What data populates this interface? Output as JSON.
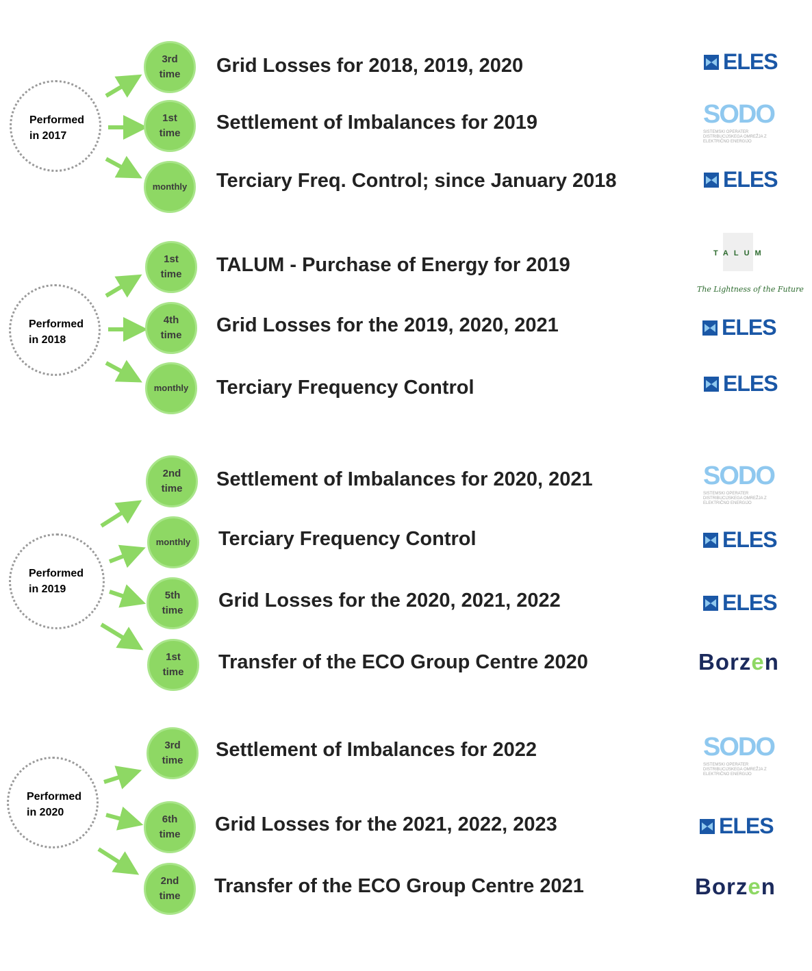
{
  "groups": [
    {
      "year_label": "Performed\nin 2017",
      "items": [
        {
          "badge": "3rd\ntime",
          "label": "Grid Losses for 2018, 2019, 2020",
          "logo": "ELES"
        },
        {
          "badge": "1st\ntime",
          "label": "Settlement of Imbalances for 2019",
          "logo": "SODO"
        },
        {
          "badge": "monthly",
          "label": "Terciary Freq. Control; since January 2018",
          "logo": "ELES"
        }
      ]
    },
    {
      "year_label": "Performed\nin 2018",
      "items": [
        {
          "badge": "1st\ntime",
          "label": "TALUM - Purchase of Energy for 2019",
          "logo": "TALUM"
        },
        {
          "badge": "4th\ntime",
          "label": "Grid Losses for the 2019, 2020, 2021",
          "logo": "ELES"
        },
        {
          "badge": "monthly",
          "label": "Terciary Frequency Control",
          "logo": "ELES"
        }
      ]
    },
    {
      "year_label": "Performed\nin 2019",
      "items": [
        {
          "badge": "2nd\ntime",
          "label": "Settlement of Imbalances for 2020, 2021",
          "logo": "SODO"
        },
        {
          "badge": "monthly",
          "label": "Terciary Frequency Control",
          "logo": "ELES"
        },
        {
          "badge": "5th\ntime",
          "label": "Grid Losses for the 2020, 2021, 2022",
          "logo": "ELES"
        },
        {
          "badge": "1st\ntime",
          "label": "Transfer of the ECO Group Centre 2020",
          "logo": "Borzen"
        }
      ]
    },
    {
      "year_label": "Performed\nin 2020",
      "items": [
        {
          "badge": "3rd\ntime",
          "label": "Settlement of Imbalances for 2022",
          "logo": "SODO"
        },
        {
          "badge": "6th\ntime",
          "label": "Grid Losses for the 2021, 2022, 2023",
          "logo": "ELES"
        },
        {
          "badge": "2nd\ntime",
          "label": "Transfer of the ECO Group Centre 2021",
          "logo": "Borzen"
        }
      ]
    }
  ],
  "logos": {
    "eles": "ELES",
    "sodo": "SODO",
    "sodo_sub": "SISTEMSKI OPERATER\nDISTRIBUCIJSKEGA OMREŽJA Z\nELEKTRIČNO ENERGIJO",
    "talum": "TALUM",
    "talum_tag": "The Lightness of the Future",
    "borzen": "Borzen"
  },
  "colors": {
    "badge_fill": "#8ed864",
    "arrow": "#8ed864",
    "eles_blue": "#1a57a6",
    "sodo_blue": "#8fc8ef",
    "borzen_navy": "#1b2a5c"
  }
}
